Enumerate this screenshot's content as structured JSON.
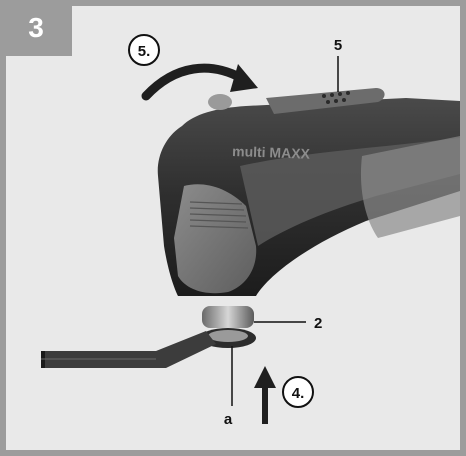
{
  "figure": {
    "step_number": "3",
    "callouts": {
      "step_5": "5.",
      "part_5": "5",
      "part_2": "2",
      "part_a": "a",
      "step_4": "4."
    },
    "brand_text": "multi MAXX"
  },
  "colors": {
    "frame": "#9c9c9c",
    "background": "#e9e9e9",
    "tool_body": "#3a3a3a",
    "tool_dark": "#1f1f1f",
    "grip": "#7a7a7a"
  }
}
